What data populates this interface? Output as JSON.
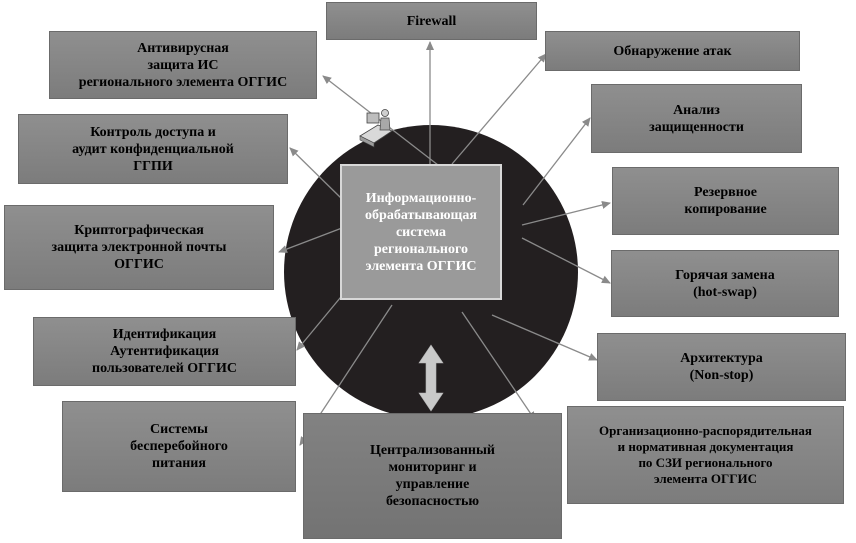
{
  "diagram": {
    "center": {
      "text": "Информационно-\nобрабатывающая\nсистема\nрегионального\nэлемента ОГГИС"
    },
    "nodes": {
      "firewall": "Firewall",
      "attack_detection": "Обнаружение атак",
      "security_analysis": "Анализ\nзащищенности",
      "backup": "Резервное\nкопирование",
      "hot_swap": "Горячая замена\n(hot-swap)",
      "architecture": "Архитектура\n(Non-stop)",
      "documentation": "Организационно-распорядительная\nи нормативная документация\nпо СЗИ регионального\nэлемента ОГГИС",
      "monitoring": "Централизованный\nмониторинг и\nуправление\nбезопасностью",
      "ups": "Системы\nбесперебойного\nпитания",
      "identification": "Идентификация\nАутентификация\nпользователей ОГГИС",
      "email_crypto": "Криптографическая\nзащита электронной почты\nОГГИС",
      "access_control": "Контроль доступа и\nаудит конфиденциальной\nГГПИ",
      "antivirus": "Антивирусная\nзащита ИС\nрегионального элемента ОГГИС"
    },
    "colors": {
      "circle": "#231f20",
      "box": "#848484",
      "center_box": "#9a9a9a",
      "arrow": "#8a8a8a",
      "double_arrow": "#c9c9c9"
    },
    "icons": [
      "computer-user-icon"
    ]
  }
}
